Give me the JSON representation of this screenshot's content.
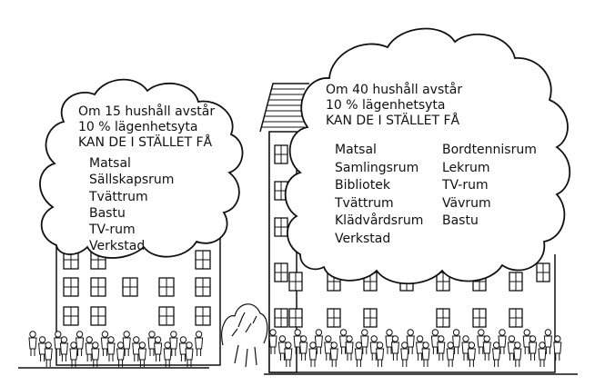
{
  "left_cloud": {
    "intro": [
      "Om 15 hushåll avstår",
      "10 % lägenhetsyta",
      "KAN DE I STÄLLET FÅ"
    ],
    "items": [
      "Matsal",
      "Sällskapsrum",
      "Tvättrum",
      "Bastu",
      "TV-rum",
      "Verkstad"
    ]
  },
  "right_cloud": {
    "intro": [
      "Om 40 hushåll avstår",
      "10 % lägenhetsyta",
      "KAN DE I STÄLLET FÅ"
    ],
    "items_col1": [
      "Matsal",
      "Samlingsrum",
      "Bibliotek",
      "Tvättrum",
      "Klädvårdsrum",
      "Verkstad"
    ],
    "items_col2": [
      "Bordtennisrum",
      "Lekrum",
      "TV-rum",
      "Vävrum",
      "Bastu"
    ]
  },
  "colors": {
    "ink": "#111111",
    "paper": "#ffffff"
  }
}
